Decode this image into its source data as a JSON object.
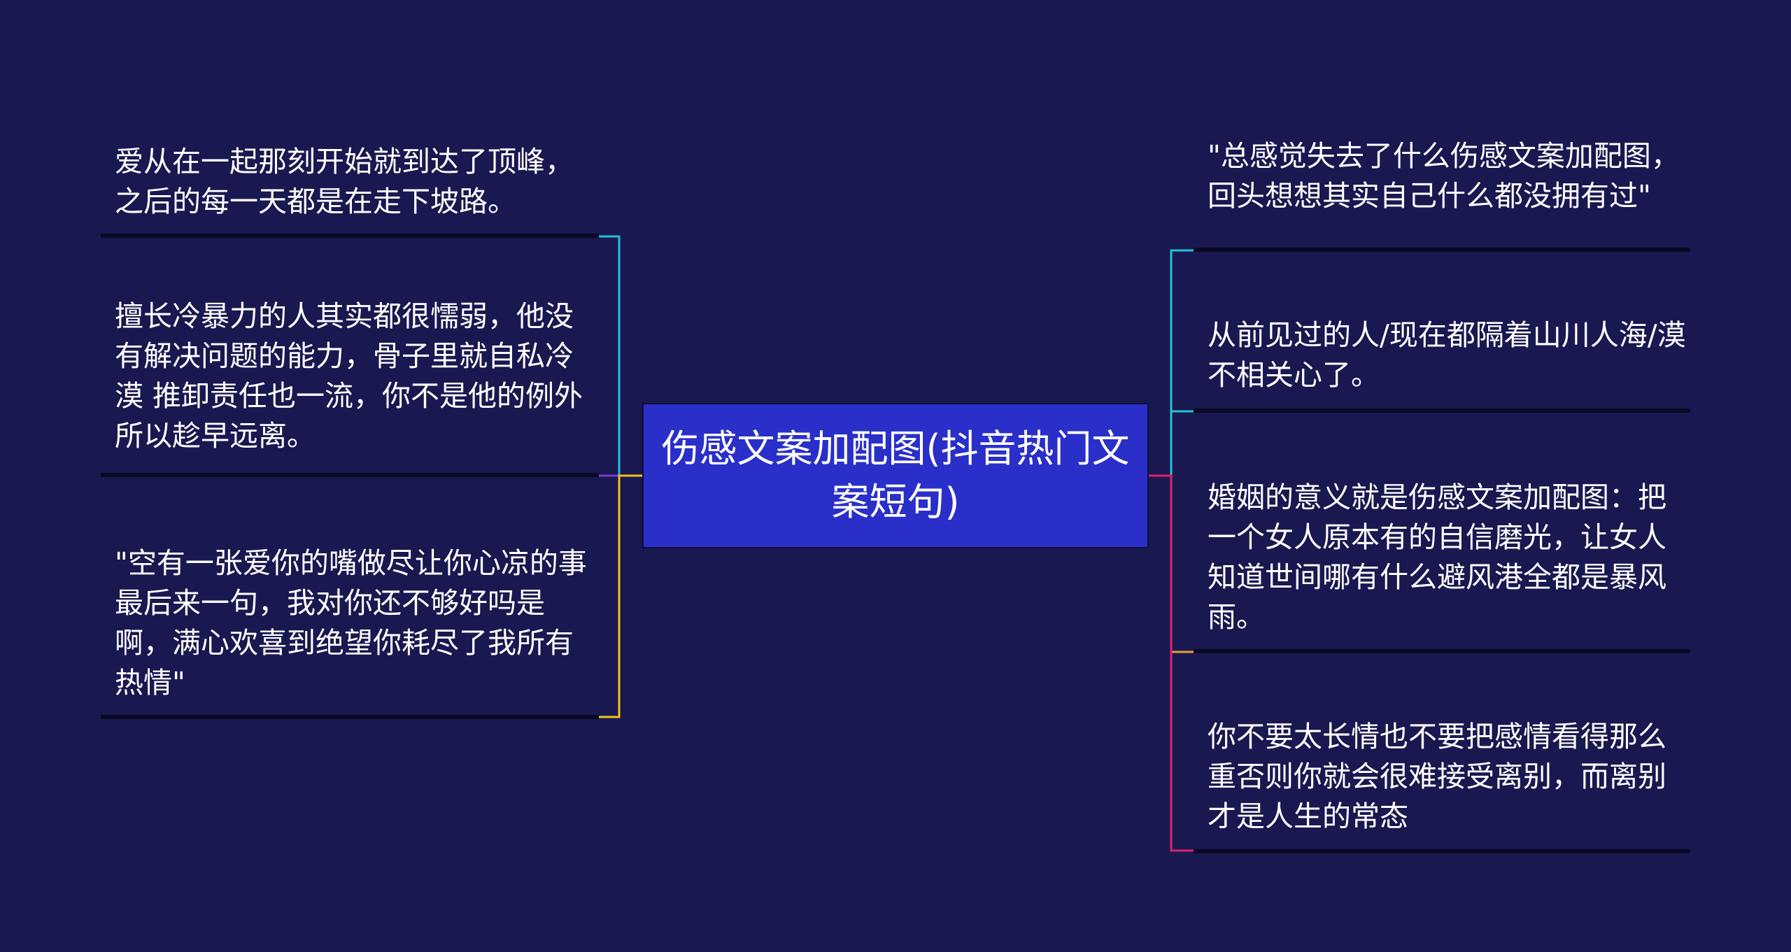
{
  "root": {
    "label": "伤感文案加配图(抖音热门文案短句)"
  },
  "left_branches": [
    {
      "text": "爱从在一起那刻开始就到达了顶峰，之后的每一天都是在走下坡路。",
      "color": "#22c3d6"
    },
    {
      "text": "擅长冷暴力的人其实都很懦弱，他没有解决问题的能力，骨子里就自私冷漠 推卸责任也一流，你不是他的例外 所以趁早远离。",
      "color": "#7a3fd0"
    },
    {
      "text": "\"空有一张爱你的嘴做尽让你心凉的事最后来一句，我对你还不够好吗是啊，满心欢喜到绝望你耗尽了我所有热情\"",
      "color": "#f0c419"
    }
  ],
  "right_branches": [
    {
      "text": "\"总感觉失去了什么伤感文案加配图，回头想想其实自己什么都没拥有过\"",
      "color": "#22c3d6"
    },
    {
      "text": "从前见过的人/现在都隔着山川人海/漠不相关心了。",
      "color": "#22c3d6"
    },
    {
      "text": "婚姻的意义就是伤感文案加配图：把一个女人原本有的自信磨光，让女人知道世间哪有什么避风港全都是暴风雨。",
      "color": "#e8a030"
    },
    {
      "text": "你不要太长情也不要把感情看得那么重否则你就会很难接受离别，而离别才是人生的常态",
      "color": "#e0206e"
    }
  ]
}
